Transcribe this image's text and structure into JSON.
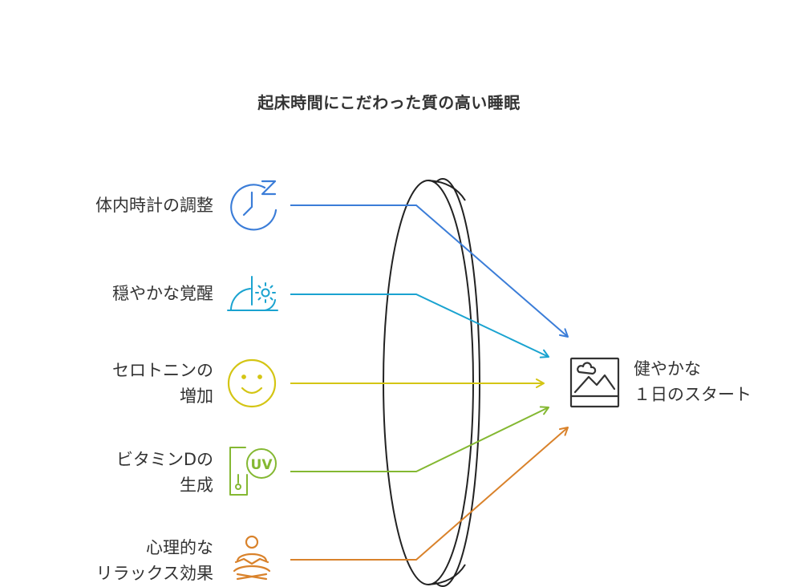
{
  "title": "起床時間にこだわった質の高い睡眠",
  "inputs": [
    {
      "lines": [
        "体内時計の調整"
      ],
      "icon": "clock-sleep-icon",
      "color": "#3b7dd8"
    },
    {
      "lines": [
        "穏やかな覚醒"
      ],
      "icon": "sunrise-icon",
      "color": "#1aa3d0"
    },
    {
      "lines": [
        "セロトニンの",
        "増加"
      ],
      "icon": "smiley-icon",
      "color": "#d4c514"
    },
    {
      "lines": [
        "ビタミンDの",
        "生成"
      ],
      "icon": "uv-device-icon",
      "color": "#84b832"
    },
    {
      "lines": [
        "心理的な",
        "リラックス効果"
      ],
      "icon": "meditation-icon",
      "color": "#d9822b"
    }
  ],
  "output": {
    "lines": [
      "健やかな",
      "１日のスタート"
    ],
    "icon": "picture-icon",
    "color": "#333333"
  },
  "lens": {
    "stroke": "#222222"
  }
}
